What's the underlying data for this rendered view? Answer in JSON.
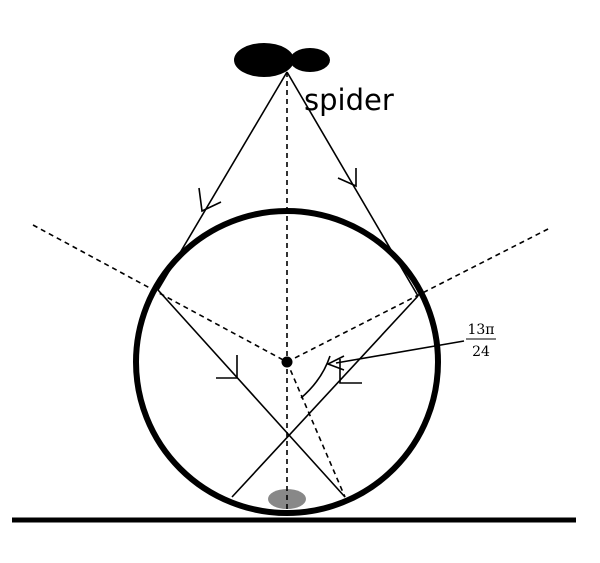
{
  "labels": {
    "spider": "spider",
    "angle_numerator": "13π",
    "angle_denominator": "24"
  },
  "colors": {
    "ink": "#000000",
    "drop": "#888888",
    "background": "#ffffff"
  }
}
